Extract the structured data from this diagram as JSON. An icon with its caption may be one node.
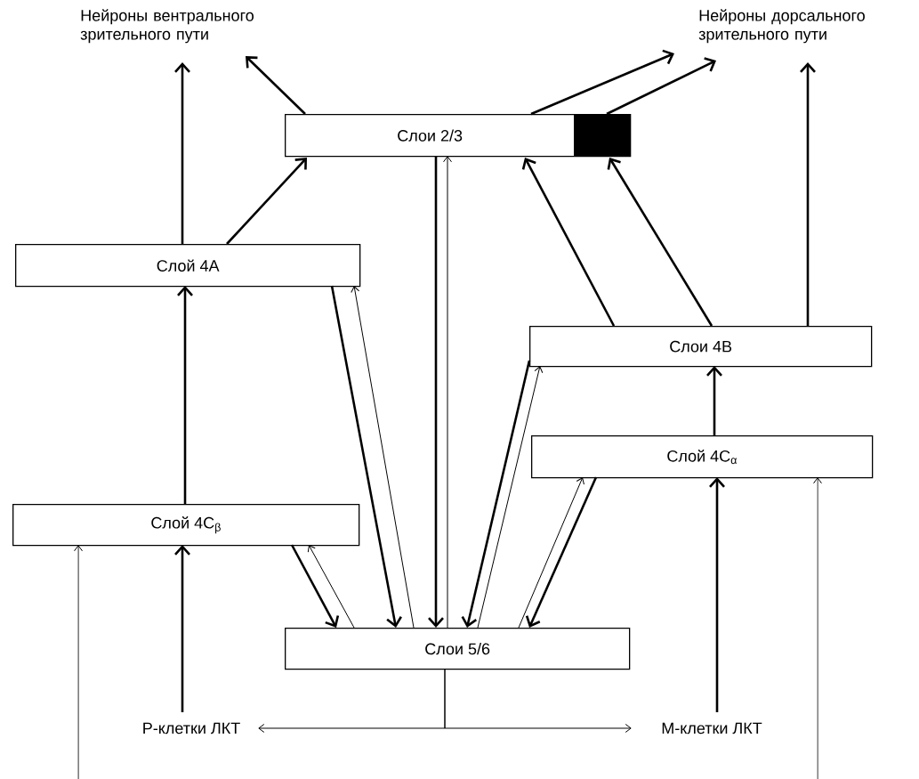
{
  "diagram": {
    "nodes": [
      {
        "text": [
          "Нейроны вентрального зрительного пути"
        ]
      },
      {
        "text": [
          "Нейроны дорсального зрительного пути"
        ]
      },
      {
        "text": [
          "Слои 2/3"
        ]
      },
      {
        "text": [
          "Слой 4A"
        ]
      },
      {
        "text": [
          "Слои 4B"
        ]
      },
      {
        "text": [
          "Слой 4C$_{α}$"
        ]
      },
      {
        "text": [
          "Слой 4C$_{β}$"
        ]
      },
      {
        "text": [
          "Слои 5/6"
        ]
      },
      {
        "text": [
          "P-клетки ЛКТ"
        ]
      },
      {
        "text": [
          "M-клетки ЛКТ"
        ]
      }
    ],
    "edges": [
      {
        "from": 3,
        "to": 0,
        "arrow": "to"
      },
      {
        "from": 2,
        "to": 0,
        "arrow": "to"
      },
      {
        "from": 2,
        "to": 1,
        "arrow": "to"
      },
      {
        "from": 2,
        "to": 1,
        "arrow": "to"
      },
      {
        "from": 3,
        "to": 2,
        "arrow": "to"
      },
      {
        "from": 2,
        "to": 7,
        "arrow": "to"
      },
      {
        "from": 7,
        "to": 2,
        "arrow": "to"
      },
      {
        "from": 4,
        "to": 2,
        "arrow": "to"
      },
      {
        "from": 4,
        "to": 2,
        "arrow": "to"
      },
      {
        "from": 4,
        "to": 1,
        "arrow": "to"
      },
      {
        "from": 3,
        "to": 7,
        "arrow": "to"
      },
      {
        "from": 7,
        "to": 3,
        "arrow": "to"
      },
      {
        "from": 6,
        "to": 7,
        "arrow": "to"
      },
      {
        "from": 7,
        "to": 6,
        "arrow": "to"
      },
      {
        "from": 4,
        "to": 7,
        "arrow": "to"
      },
      {
        "from": 7,
        "to": 4,
        "arrow": "to"
      },
      {
        "from": 5,
        "to": 7,
        "arrow": "to"
      },
      {
        "from": 7,
        "to": 5,
        "arrow": "to"
      },
      {
        "from": 6,
        "to": 3,
        "arrow": "to"
      },
      {
        "from": 5,
        "to": 4,
        "arrow": "to"
      },
      {
        "from": 8,
        "to": 6,
        "arrow": "to"
      },
      {
        "from": 9,
        "to": 5,
        "arrow": "to"
      },
      {
        "from": null,
        "to": 6,
        "arrow": "to"
      },
      {
        "from": null,
        "to": 5,
        "arrow": "to"
      },
      {
        "from": 7,
        "to": 8,
        "arrow": "to"
      },
      {
        "from": 7,
        "to": 9,
        "arrow": "to"
      }
    ]
  }
}
